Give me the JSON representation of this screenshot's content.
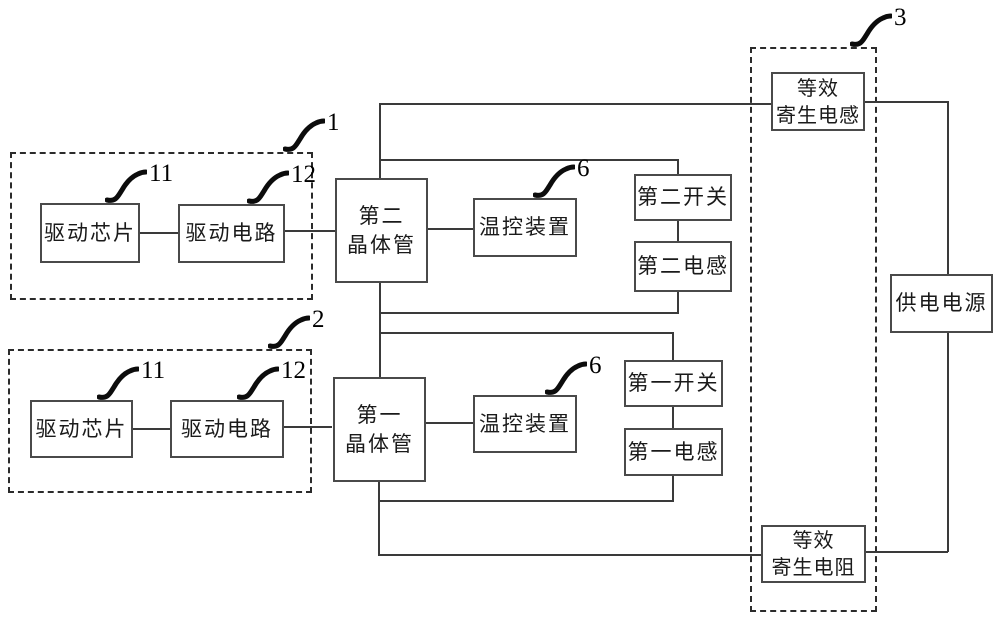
{
  "figure": {
    "type": "patent-circuit-block-diagram",
    "colors": {
      "line": "#3a3a3a",
      "box_border": "#4a4a4a",
      "text": "#111111",
      "background": "#ffffff"
    }
  },
  "module1": {
    "ref": "1",
    "chip": {
      "ref": "11",
      "label": "驱动芯片"
    },
    "circuit": {
      "ref": "12",
      "label": "驱动电路"
    }
  },
  "module2": {
    "ref": "2",
    "chip": {
      "ref": "11",
      "label": "驱动芯片"
    },
    "circuit": {
      "ref": "12",
      "label": "驱动电路"
    }
  },
  "branch_upper": {
    "transistor": "第二\n晶体管",
    "temp_control": "温控装置",
    "temp_ref": "6",
    "switch": "第二开关",
    "inductor": "第二电感"
  },
  "branch_lower": {
    "transistor": "第一\n晶体管",
    "temp_control": "温控装置",
    "temp_ref": "6",
    "switch": "第一开关",
    "inductor": "第一电感"
  },
  "power_loop": {
    "ref": "3",
    "parasitic_inductance": "等效\n寄生电感",
    "power_supply": "供电电源",
    "parasitic_resistance": "等效\n寄生电阻"
  }
}
